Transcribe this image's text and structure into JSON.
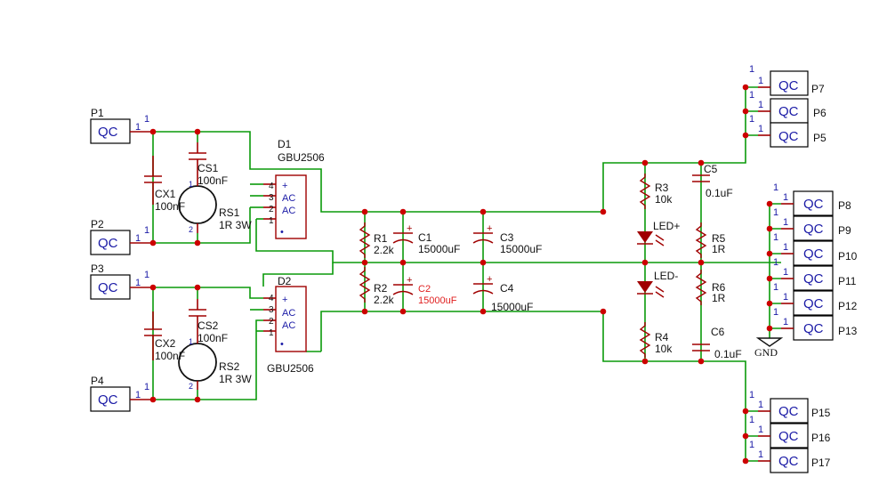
{
  "connectors": {
    "qc_label": "QC",
    "pin_num": "1",
    "left": [
      {
        "name": "P1"
      },
      {
        "name": "P2"
      },
      {
        "name": "P3"
      },
      {
        "name": "P4"
      }
    ],
    "right": [
      {
        "name": "P7"
      },
      {
        "name": "P6"
      },
      {
        "name": "P5"
      },
      {
        "name": "P8"
      },
      {
        "name": "P9"
      },
      {
        "name": "P10"
      },
      {
        "name": "P11"
      },
      {
        "name": "P12"
      },
      {
        "name": "P13"
      },
      {
        "name": "P15"
      },
      {
        "name": "P16"
      },
      {
        "name": "P17"
      }
    ]
  },
  "bridges": {
    "D1": {
      "ref": "D1",
      "part": "GBU2506",
      "pins": [
        "4",
        "3",
        "2",
        "1"
      ],
      "plus": "+",
      "ac1": "AC",
      "ac2": "AC",
      "minus": "•"
    },
    "D2": {
      "ref": "D2",
      "part": "GBU2506",
      "pins": [
        "4",
        "3",
        "2",
        "1"
      ],
      "plus": "+",
      "ac1": "AC",
      "ac2": "AC",
      "minus": "•"
    }
  },
  "components": {
    "CX1": {
      "ref": "CX1",
      "value": "100nF"
    },
    "CS1": {
      "ref": "CS1",
      "value": "100nF"
    },
    "RS1": {
      "ref": "RS1",
      "value": "1R 3W",
      "pin1": "1",
      "pin2": "2"
    },
    "CX2": {
      "ref": "CX2",
      "value": "100nF"
    },
    "CS2": {
      "ref": "CS2",
      "value": "100nF"
    },
    "RS2": {
      "ref": "RS2",
      "value": "1R 3W",
      "pin1": "1",
      "pin2": "2"
    },
    "R1": {
      "ref": "R1",
      "value": "2.2k"
    },
    "R2": {
      "ref": "R2",
      "value": "2.2k"
    },
    "C1": {
      "ref": "C1",
      "value": "15000uF"
    },
    "C2": {
      "ref": "C2",
      "value": "15000uF"
    },
    "C3": {
      "ref": "C3",
      "value": "15000uF"
    },
    "C4": {
      "ref": "C4",
      "value": "15000uF"
    },
    "R3": {
      "ref": "R3",
      "value": "10k"
    },
    "R4": {
      "ref": "R4",
      "value": "10k"
    },
    "LED1": {
      "ref": "LED+"
    },
    "LED2": {
      "ref": "LED-"
    },
    "C5": {
      "ref": "C5",
      "value": "0.1uF"
    },
    "C6": {
      "ref": "C6",
      "value": "0.1uF"
    },
    "R5": {
      "ref": "R5",
      "value": "1R"
    },
    "R6": {
      "ref": "R6",
      "value": "1R"
    },
    "GND": {
      "ref": "GND"
    }
  },
  "colors": {
    "wire": "#0a9a0a",
    "component": "#a00000",
    "junction": "#cc0000",
    "text": "#1a1aa6",
    "highlight": "#e02020"
  }
}
